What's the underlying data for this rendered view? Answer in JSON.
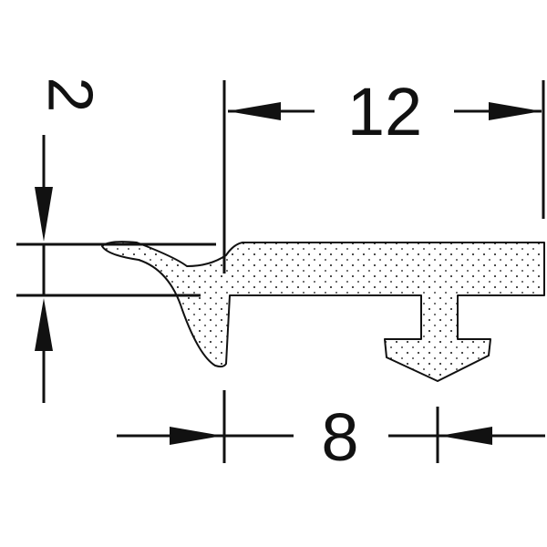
{
  "diagram": {
    "dimensions": {
      "thickness_label": "2",
      "width_label": "12",
      "base_label": "8"
    },
    "colors": {
      "ink": "#111111",
      "background": "#ffffff",
      "stipple": "#111111"
    }
  }
}
